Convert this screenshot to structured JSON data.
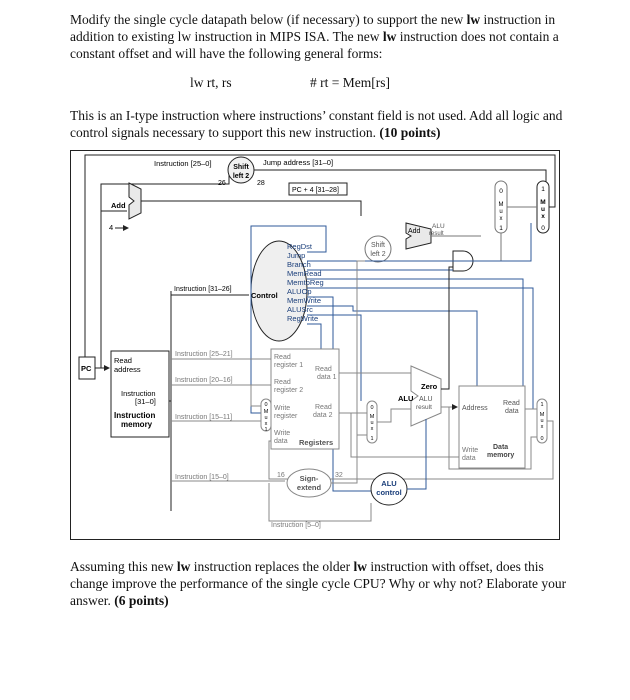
{
  "question1": {
    "t1": "Modify the single cycle datapath below (if necessary) to support the new ",
    "lw1": "lw",
    "t2": " instruction in addition to existing lw instruction in MIPS ISA. The new ",
    "lw2": "lw",
    "t3": " instruction does not contain a constant offset and will have the following general forms:"
  },
  "forms": {
    "instr": "lw rt, rs",
    "comment": "# rt = Mem[rs]"
  },
  "question2": {
    "t1": "This is an I-type instruction where instructions’ constant field is not used. Add all logic and control signals necessary to support this new instruction. ",
    "points": "(10 points)"
  },
  "question3": {
    "t1": "Assuming this new ",
    "lw1": "lw",
    "t2": " instruction replaces the older ",
    "lw2": "lw",
    "t3": " instruction with offset, does this change improve the performance of the single cycle CPU? Why or why not? Elaborate your answer. ",
    "points": "(6 points)"
  },
  "datapath": {
    "instr_25_0": "Instruction [25–0]",
    "shift_left2": [
      "Shift",
      "left 2"
    ],
    "jump_address": "Jump address [31–0]",
    "n26": "26",
    "n28": "28",
    "pc4": "PC + 4 [31–28]",
    "add": "Add",
    "four": "4",
    "add2": "Add",
    "alu_result": [
      "ALU",
      "result"
    ],
    "shift2": [
      "Shift",
      "left 2"
    ],
    "mux_letters": [
      "M",
      "u",
      "x"
    ],
    "mux_in": [
      "0",
      "1"
    ],
    "control_signals": [
      "RegDst",
      "Jump",
      "Branch",
      "MemRead",
      "MemtoReg",
      "ALUOp",
      "MemWrite",
      "ALUSrc",
      "RegWrite"
    ],
    "instr_31_26": "Instruction [31–26]",
    "control": "Control",
    "instr_25_21": "Instruction [25–21]",
    "instr_20_16": "Instruction [20–16]",
    "instr_15_11": "Instruction [15–11]",
    "instr_15_0": "Instruction [15–0]",
    "instr_5_0": "Instruction [5–0]",
    "pc": "PC",
    "imem_read_address": [
      "Read",
      "address"
    ],
    "imem_instruction": [
      "Instruction",
      "[31–0]"
    ],
    "imem_title": [
      "Instruction",
      "memory"
    ],
    "read_reg1": [
      "Read",
      "register 1"
    ],
    "read_reg2": [
      "Read",
      "register 2"
    ],
    "write_reg": [
      "Write",
      "register"
    ],
    "write_data": [
      "Write",
      "data"
    ],
    "read_data1": [
      "Read",
      "data 1"
    ],
    "read_data2": [
      "Read",
      "data 2"
    ],
    "registers": "Registers",
    "zero": "Zero",
    "alu": "ALU",
    "alu_result2": [
      "ALU",
      "result"
    ],
    "dm_address": "Address",
    "dm_read_data": [
      "Read",
      "data"
    ],
    "dm_write_data": [
      "Write",
      "data"
    ],
    "dm_title": [
      "Data",
      "memory"
    ],
    "n16": "16",
    "n32": "32",
    "sign_extend": [
      "Sign-",
      "extend"
    ],
    "alu_control": [
      "ALU",
      "control"
    ]
  }
}
